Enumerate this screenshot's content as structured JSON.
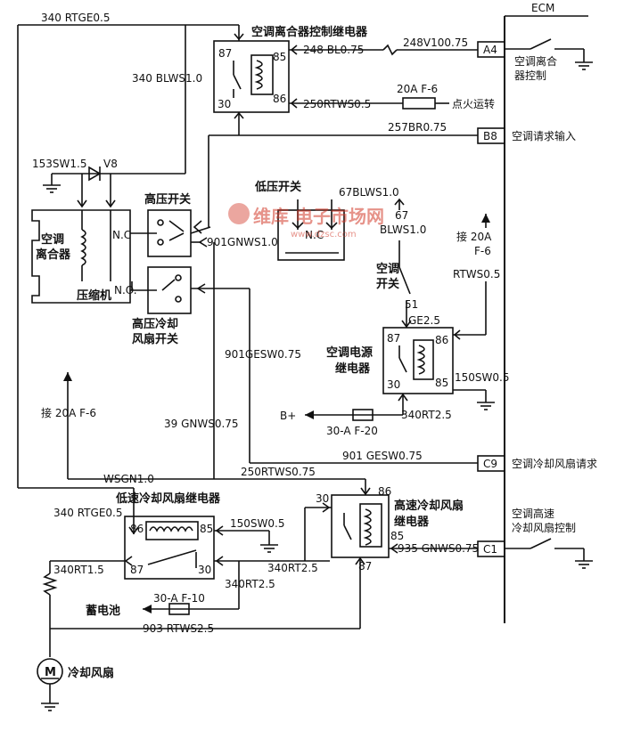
{
  "ecm": {
    "title": "ECM"
  },
  "connectors": {
    "a4": "A4",
    "b8": "B8",
    "c9": "C9",
    "c1": "C1"
  },
  "ecm_labels": {
    "ac_clutch_control_1": "空调离合",
    "ac_clutch_control_2": "器控制",
    "ac_request_input": "空调请求输入",
    "fan_request": "空调冷却风扇请求",
    "high_speed_control_1": "空调高速",
    "high_speed_control_2": "冷却风扇控制"
  },
  "components": {
    "clutch_relay": "空调离合器控制继电器",
    "ac_clutch_1": "空调",
    "ac_clutch_2": "离合器",
    "compressor": "压缩机",
    "high_pressure_switch": "高压开关",
    "low_pressure_switch": "低压开关",
    "hp_fan_switch_1": "高压冷却",
    "hp_fan_switch_2": "风扇开关",
    "ac_switch_1": "空调",
    "ac_switch_2": "开关",
    "power_relay_1": "空调电源",
    "power_relay_2": "继电器",
    "low_fan_relay": "低速冷却风扇继电器",
    "high_fan_relay_1": "高速冷却风扇",
    "high_fan_relay_2": "继电器",
    "battery": "蓄电池",
    "cooling_fan": "冷却风扇",
    "motor_symbol": "M",
    "bplus": "B+",
    "ignition": "点火运转",
    "nc1": "N.C",
    "nc2": "N.C",
    "no": "N.O.",
    "v8": "V8"
  },
  "pins": {
    "p87a": "87",
    "p85a": "85",
    "p30a": "30",
    "p86a": "86",
    "p87b": "87",
    "p86b": "86",
    "p30b": "30",
    "p85b": "85",
    "p86c": "86",
    "p85c": "85",
    "p87c": "87",
    "p30c": "30",
    "p30d": "30",
    "p86d": "86",
    "p85d": "85",
    "p87d": "87",
    "p67": "67",
    "p51": "51"
  },
  "wires": {
    "w340rtge_top": "340 RTGE0.5",
    "w340blws": "340 BLWS1.0",
    "w248bl": "248 BL0.75",
    "w248v100": "248V100.75",
    "w250rtws_top": "250RTWS0.5",
    "fuse_f6_top": "20A F-6",
    "w257br": "257BR0.75",
    "w153sw": "153SW1.5",
    "w901gnws": "901GNWS1.0",
    "w67blws": "67BLWS1.0",
    "wblws": "BLWS1.0",
    "fuse_f6_right_1": "接 20A",
    "fuse_f6_right_2": "F-6",
    "wrtws05": "RTWS0.5",
    "wge25": "GE2.5",
    "w150sw_right": "150SW0.5",
    "w901gesw_left": "901GESW0.75",
    "w340rt25_right": "340RT2.5",
    "fuse_f20": "30-A  F-20",
    "fuse_f6_left": "接 20A  F-6",
    "w39gnws": "39 GNWS0.75",
    "w901gesw_bottom": "901 GESW0.75",
    "wsgn": "WSGN1.0",
    "w250rtws_mid": "250RTWS0.75",
    "w340rtge_bot": "340 RTGE0.5",
    "w150sw_low": "150SW0.5",
    "w340rt15": "340RT1.5",
    "w340rt25_a": "340RT2.5",
    "w340rt25_b": "340RT2.5",
    "w935gnws": "935 GNWS0.75",
    "fuse_f10": "30-A  F-10",
    "w903rtws": "903 RTWS2.5"
  },
  "watermark": {
    "main": "维库 电子市场网",
    "sub": "www.dzsc.com"
  }
}
